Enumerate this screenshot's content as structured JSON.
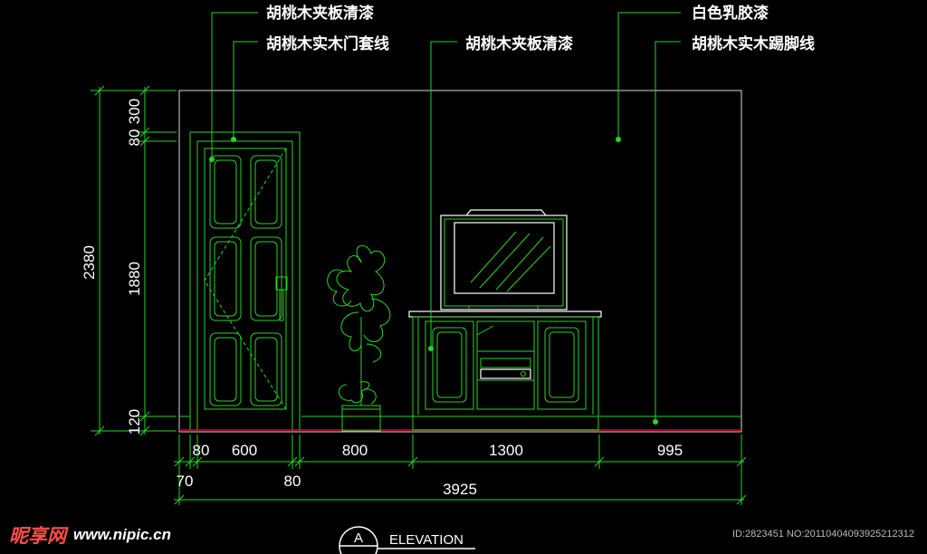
{
  "annotations": {
    "door_panel_material": "胡桃木夹板清漆",
    "door_frame_material": "胡桃木实木门套线",
    "cabinet_material": "胡桃木夹板清漆",
    "wall_finish": "白色乳胶漆",
    "skirting_material": "胡桃木实木踢脚线"
  },
  "vertical_dims": {
    "total_height": "2380",
    "top_seg": "300",
    "frame_seg": "80",
    "door_height": "1880",
    "skirting_seg": "120"
  },
  "horizontal_dims": {
    "frame_left": "80",
    "door_width": "600",
    "plant_zone": "800",
    "cabinet_width": "1300",
    "right_wall": "995",
    "offset_left": "70",
    "offset_right": "80",
    "total_width": "3925"
  },
  "title_block": {
    "symbol_letter": "A",
    "view_name": "ELEVATION"
  },
  "watermark": {
    "site_name": "昵享网",
    "site_url": "www.nipic.cn",
    "image_id": "ID:2823451 NO:20110404093925212312"
  },
  "colors": {
    "background": "#000000",
    "linework": "#28d428",
    "text": "#ffffff"
  }
}
